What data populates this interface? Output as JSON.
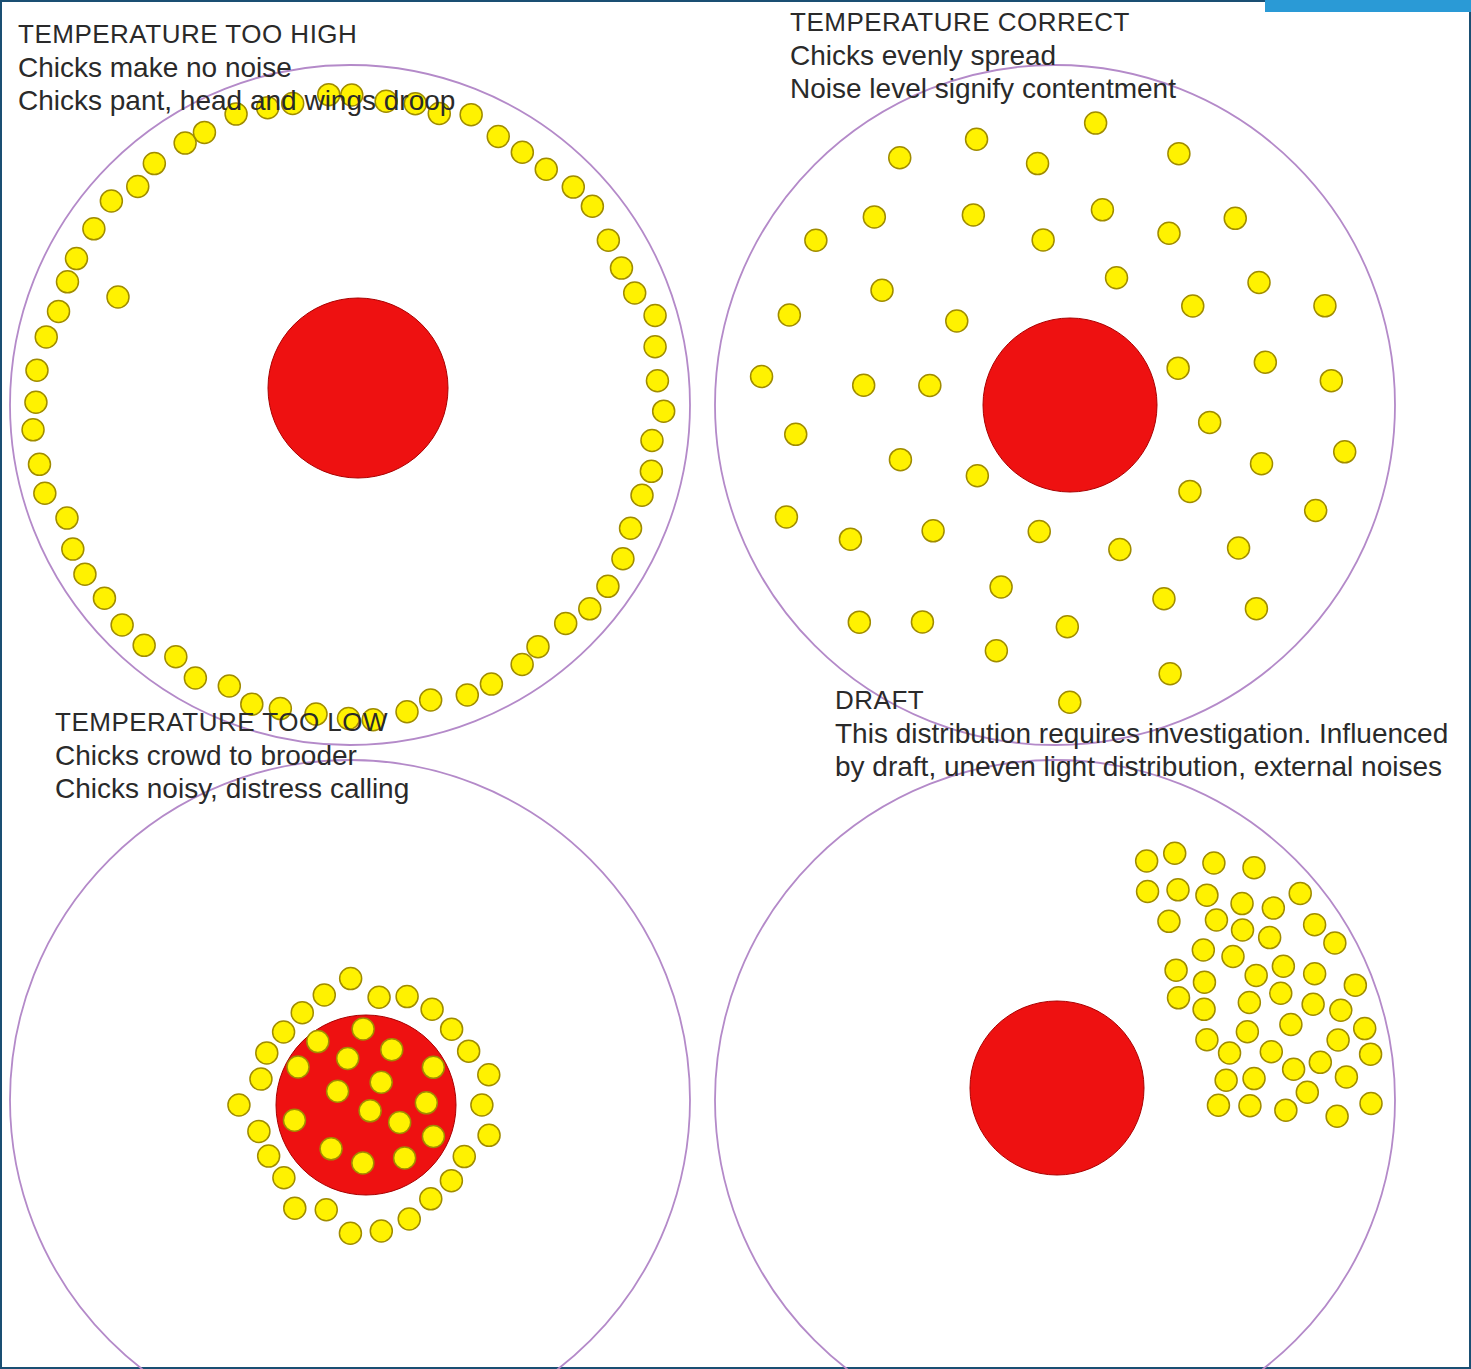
{
  "diagram": {
    "nodes": [
      {
        "text": [
          "TEMPERATURE TOO HIGH",
          "Chicks make no noise",
          "Chicks pant, head and wings droop"
        ]
      },
      {
        "text": [
          "TEMPERATURE CORRECT",
          "Chicks evenly spread",
          "Noise level signify contentment"
        ]
      },
      {
        "text": [
          "TEMPERATURE TOO LOW",
          "Chicks crowd to brooder",
          "Chicks noisy, distress calling"
        ]
      },
      {
        "text": [
          "DRAFT",
          "This distribution requires investigation. Influenced by draft, uneven light distribution, external noises"
        ]
      }
    ]
  }
}
